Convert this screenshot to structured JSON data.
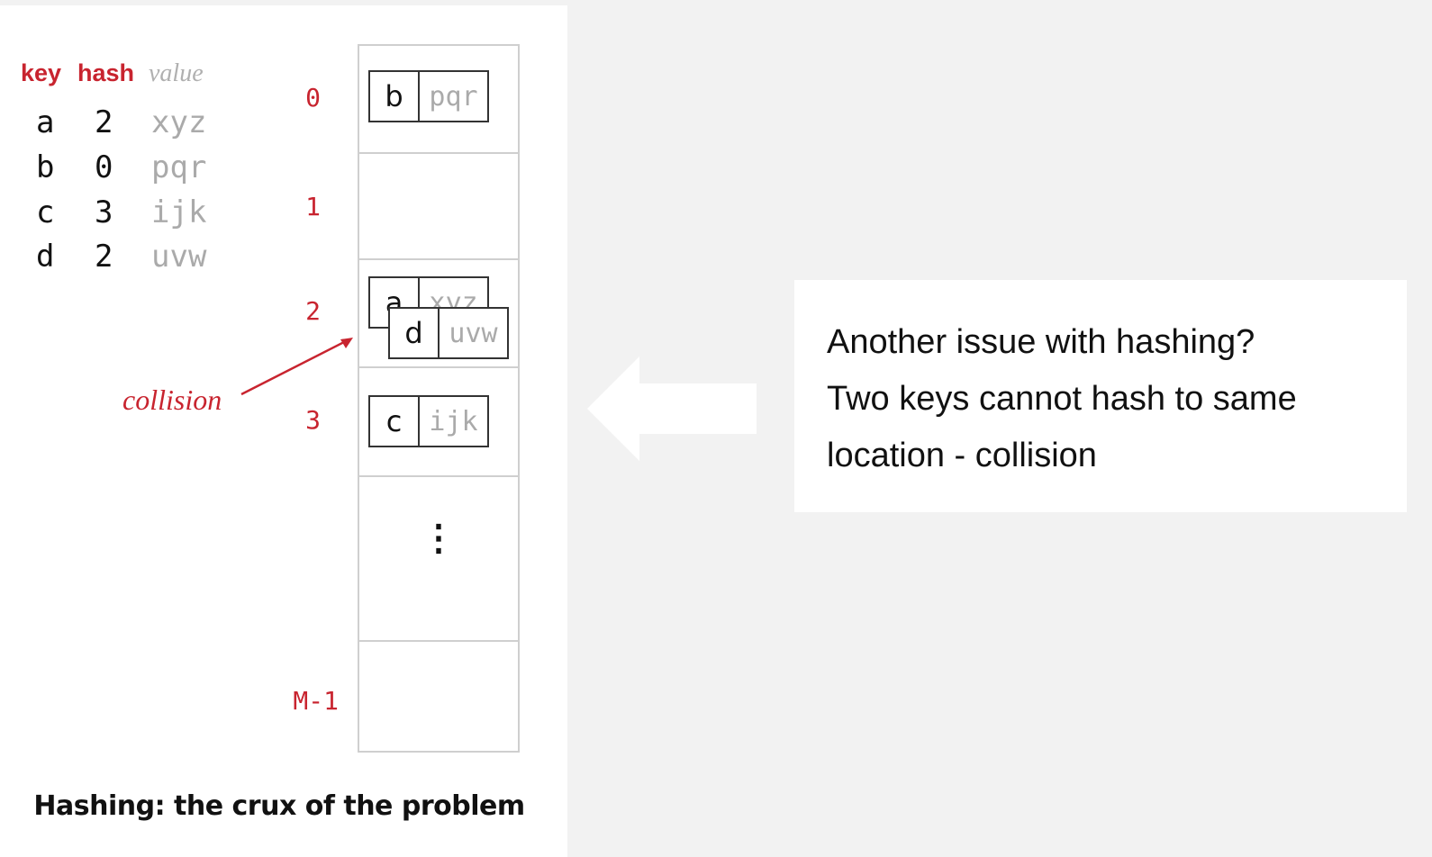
{
  "table": {
    "headers": {
      "key": "key",
      "hash": "hash",
      "value": "value"
    },
    "rows": [
      {
        "key": "a",
        "hash": "2",
        "value": "xyz"
      },
      {
        "key": "b",
        "hash": "0",
        "value": "pqr"
      },
      {
        "key": "c",
        "hash": "3",
        "value": "ijk"
      },
      {
        "key": "d",
        "hash": "2",
        "value": "uvw"
      }
    ]
  },
  "array": {
    "indices": [
      "0",
      "1",
      "2",
      "3",
      "M-1"
    ],
    "entries": {
      "slot0": {
        "key": "b",
        "value": "pqr"
      },
      "slot2_first": {
        "key": "a",
        "value": "xyz"
      },
      "slot2_second": {
        "key": "d",
        "value": "uvw"
      },
      "slot3": {
        "key": "c",
        "value": "ijk"
      }
    },
    "ellipsis": "⋮"
  },
  "collision_label": "collision",
  "caption": "Hashing: the crux of the problem",
  "note": {
    "lines": [
      "Another issue with hashing?",
      "Two keys cannot hash to same",
      "location - collision"
    ]
  },
  "colors": {
    "accent_red": "#c8242f",
    "value_gray": "#aaaaaa",
    "background": "#f2f2f2"
  },
  "icons": {
    "pointer": "left-arrow-icon"
  }
}
